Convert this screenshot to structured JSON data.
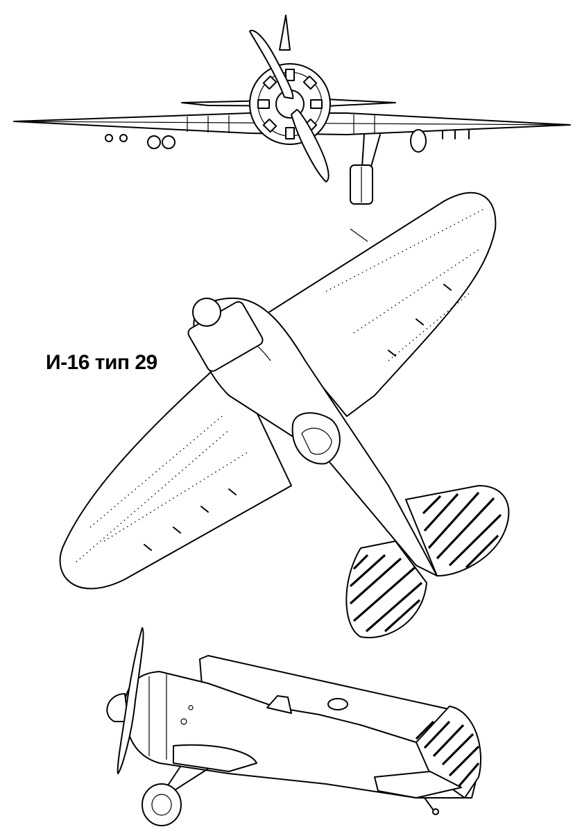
{
  "title": "И-16 тип 29",
  "colors": {
    "line": "#000000",
    "background": "#ffffff"
  },
  "views": [
    "front-view",
    "plan-view",
    "side-view"
  ]
}
